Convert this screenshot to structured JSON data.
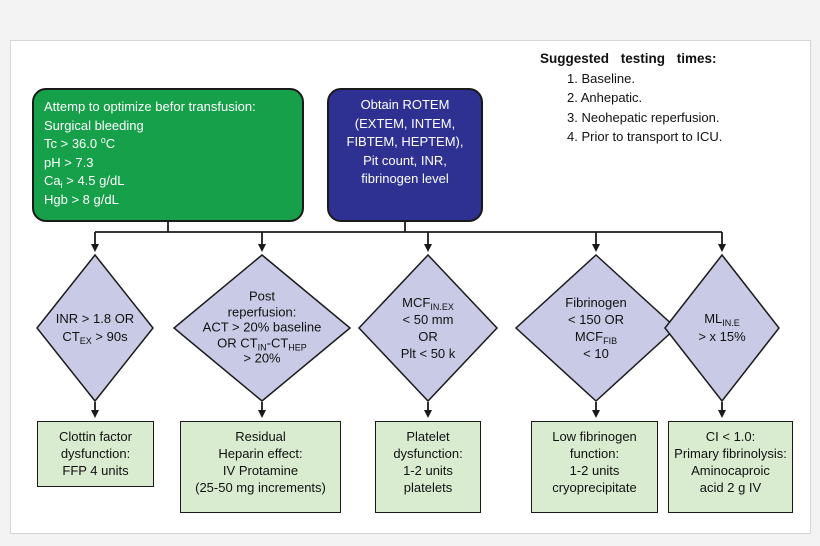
{
  "testing_times": {
    "title": "Suggested testing times:",
    "items": [
      "1. Baseline.",
      "2. Anhepatic.",
      "3. Neohepatic reperfusion.",
      "4. Prior to transport to ICU."
    ]
  },
  "optimize_box": {
    "line1": "Attemp to optimize befor transfusion:",
    "line2": "Surgical bleeding",
    "temp_prefix": "Tc > 36.0 ",
    "temp_sup": "o",
    "temp_unit": "C",
    "line4": "pH > 7.3",
    "ca_prefix": "Ca",
    "ca_sub": "i",
    "ca_suffix": " > 4.5 g/dL",
    "line6": "Hgb > 8 g/dL"
  },
  "rotem_box": {
    "lines": [
      "Obtain ROTEM",
      "(EXTEM, INTEM,",
      "FIBTEM, HEPTEM),",
      "Pit count, INR,",
      "fibrinogen level"
    ]
  },
  "diamonds": {
    "d1": {
      "line1": "INR > 1.8 OR",
      "ct": "CT",
      "ct_sub": "EX",
      "ct_suffix": " > 90s"
    },
    "d2": {
      "line1": "Post",
      "line2": "reperfusion:",
      "line3": "ACT > 20% baseline",
      "or_ct": "OR CT",
      "sub_in": "IN",
      "dash_ct": "-CT",
      "sub_hep": "HEP",
      "line5": "> 20%"
    },
    "d3": {
      "mcf": "MCF",
      "mcf_sub": "IN.EX",
      "line2": "< 50 mm",
      "line3": "OR",
      "line4": "Plt < 50 k"
    },
    "d4": {
      "line1": "Fibrinogen",
      "line2": "< 150 OR",
      "mcf": "MCF",
      "mcf_sub": "FIB",
      "line4": "< 10"
    },
    "d5": {
      "ml": "ML",
      "ml_sub": "IN.E",
      "line2": "> x 15%"
    }
  },
  "outcomes": [
    {
      "lines": [
        "Clottin factor",
        "dysfunction:",
        "FFP 4 units"
      ]
    },
    {
      "lines": [
        "Residual",
        "Heparin effect:",
        "IV Protamine",
        "(25-50 mg increments)"
      ]
    },
    {
      "lines": [
        "Platelet",
        "dysfunction:",
        "1-2 units",
        "platelets"
      ]
    },
    {
      "lines": [
        "Low fibrinogen",
        "function:",
        "1-2 units",
        "cryoprecipitate"
      ]
    },
    {
      "lines": [
        "CI < 1.0:",
        "Primary fibrinolysis:",
        "Aminocaproic",
        "acid 2 g IV"
      ]
    }
  ],
  "colors": {
    "green_box": "#16a049",
    "blue_box": "#2e3192",
    "diamond_fill": "#c9cbe6",
    "outcome_fill": "#d9ecd0"
  }
}
